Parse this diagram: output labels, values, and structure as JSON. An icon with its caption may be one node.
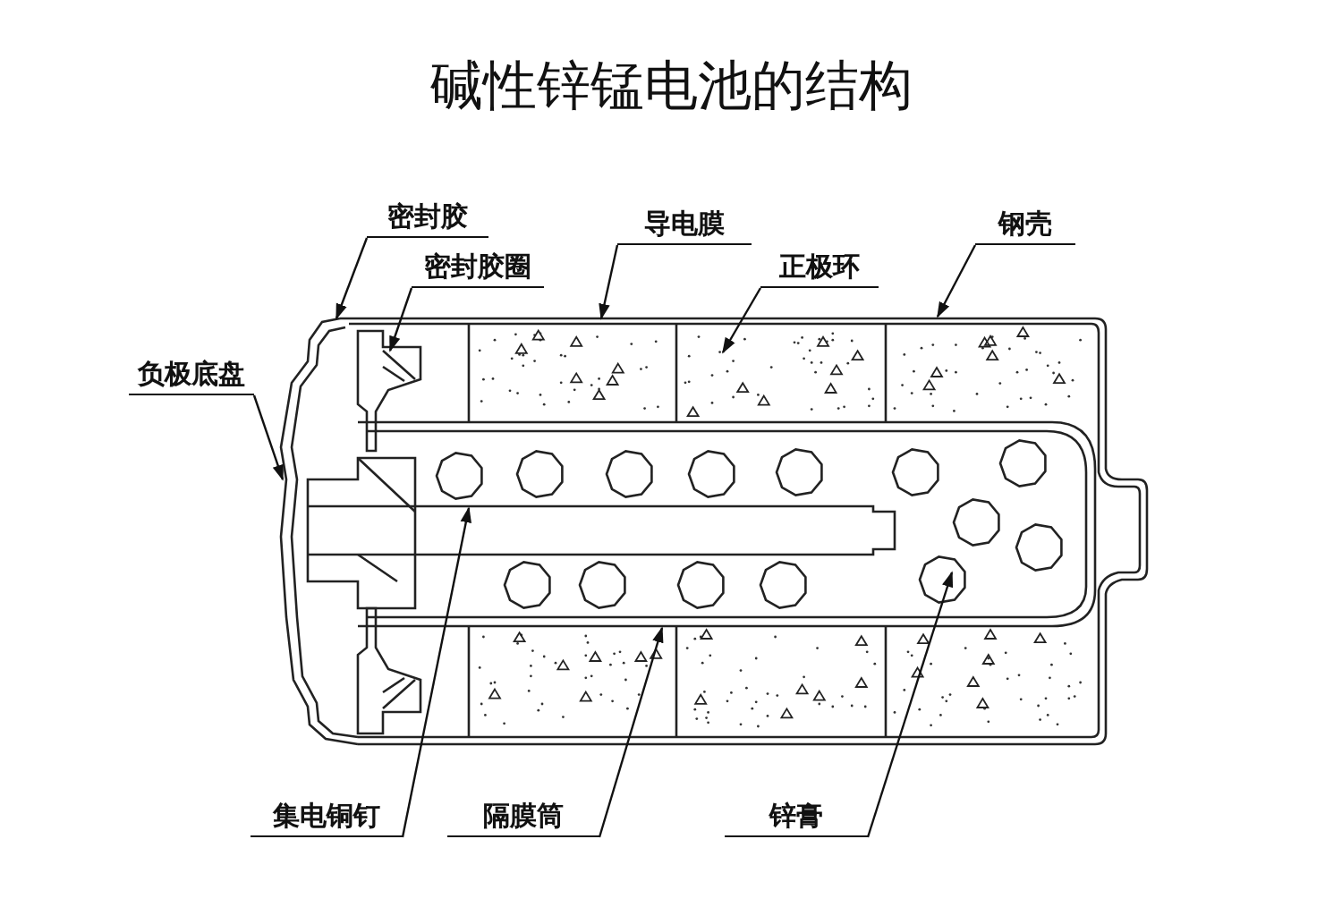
{
  "diagram": {
    "title": "碱性锌锰电池的结构",
    "nodes": [
      {
        "text": [
          "密封胶"
        ]
      },
      {
        "text": [
          "密封胶圈"
        ]
      },
      {
        "text": [
          "负极底盘"
        ]
      },
      {
        "text": [
          "导电膜"
        ]
      },
      {
        "text": [
          "正极环"
        ]
      },
      {
        "text": [
          "钢壳"
        ]
      },
      {
        "text": [
          "集电铜钉"
        ]
      },
      {
        "text": [
          "隔膜筒"
        ]
      },
      {
        "text": [
          "锌膏"
        ]
      }
    ],
    "edges": [
      {
        "from": 0,
        "to": null,
        "arrow": "to"
      },
      {
        "from": 1,
        "to": null,
        "arrow": "to"
      },
      {
        "from": 2,
        "to": null,
        "arrow": "to"
      },
      {
        "from": 3,
        "to": null,
        "arrow": "to"
      },
      {
        "from": 4,
        "to": null,
        "arrow": "to"
      },
      {
        "from": 5,
        "to": null,
        "arrow": "to"
      },
      {
        "from": 6,
        "to": null,
        "arrow": "to"
      },
      {
        "from": 7,
        "to": null,
        "arrow": "to"
      },
      {
        "from": 8,
        "to": null,
        "arrow": "to"
      }
    ]
  }
}
